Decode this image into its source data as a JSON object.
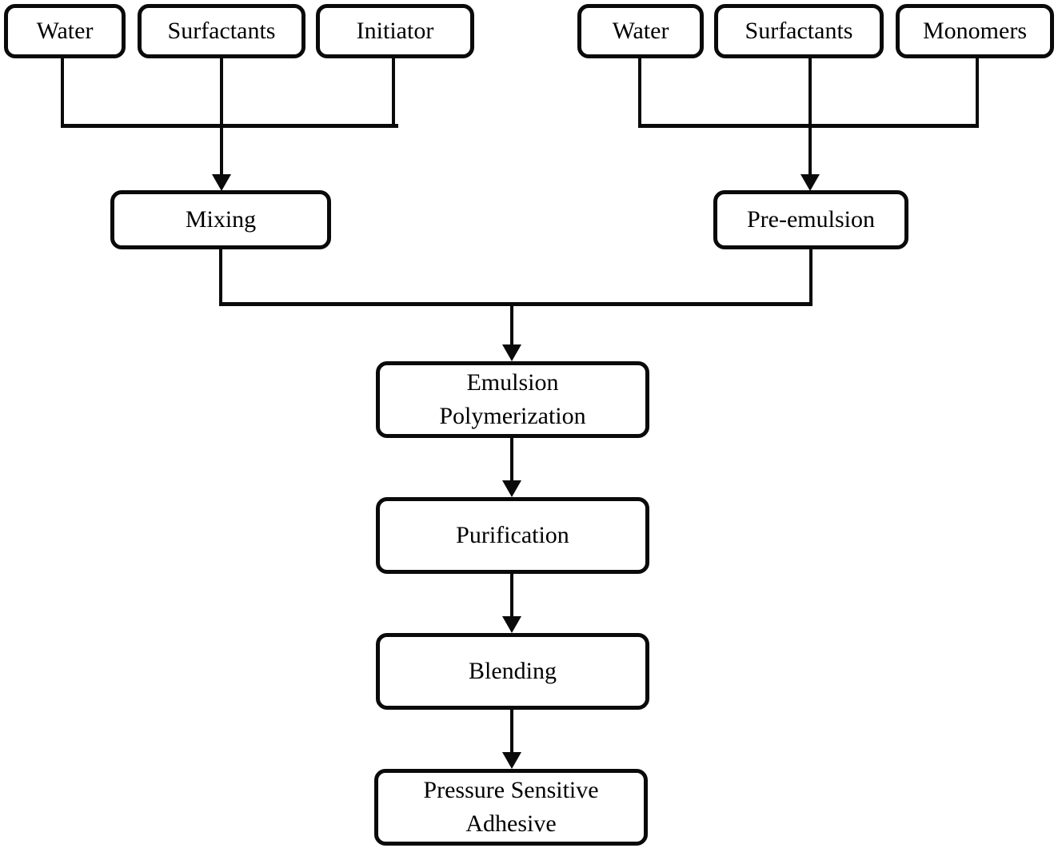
{
  "diagram": {
    "type": "flowchart",
    "background_color": "#ffffff",
    "line_color": "#0a0a0a",
    "text_color": "#000000",
    "nodes": {
      "water_left": {
        "label": "Water"
      },
      "surfactants_left": {
        "label": "Surfactants"
      },
      "initiator": {
        "label": "Initiator"
      },
      "water_right": {
        "label": "Water"
      },
      "surfactants_right": {
        "label": "Surfactants"
      },
      "monomers": {
        "label": "Monomers"
      },
      "mixing": {
        "label": "Mixing"
      },
      "pre_emulsion": {
        "label": "Pre-emulsion"
      },
      "emulsion_polymerization": {
        "label": "Emulsion Polymerization",
        "line1": "Emulsion",
        "line2": "Polymerization"
      },
      "purification": {
        "label": "Purification"
      },
      "blending": {
        "label": "Blending"
      },
      "pressure_sensitive_adhesive": {
        "label": "Pressure Sensitive Adhesive",
        "line1": "Pressure Sensitive",
        "line2": "Adhesive"
      }
    },
    "edges": [
      {
        "from": "water_left",
        "to": "mixing"
      },
      {
        "from": "surfactants_left",
        "to": "mixing"
      },
      {
        "from": "initiator",
        "to": "mixing"
      },
      {
        "from": "water_right",
        "to": "pre_emulsion"
      },
      {
        "from": "surfactants_right",
        "to": "pre_emulsion"
      },
      {
        "from": "monomers",
        "to": "pre_emulsion"
      },
      {
        "from": "mixing",
        "to": "emulsion_polymerization"
      },
      {
        "from": "pre_emulsion",
        "to": "emulsion_polymerization"
      },
      {
        "from": "emulsion_polymerization",
        "to": "purification"
      },
      {
        "from": "purification",
        "to": "blending"
      },
      {
        "from": "blending",
        "to": "pressure_sensitive_adhesive"
      }
    ]
  }
}
